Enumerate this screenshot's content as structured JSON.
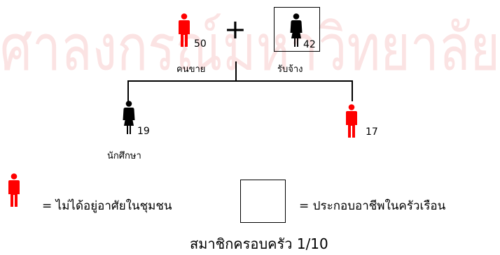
{
  "watermark": {
    "text": "ศาลงกรณ์มหาวิทยาลัย",
    "color": "#fbe3e3"
  },
  "colors": {
    "absent": "#ff0000",
    "present": "#000000"
  },
  "members": {
    "father": {
      "age": "50",
      "label": "คนขาย"
    },
    "mother": {
      "age": "42",
      "label": "รับจ้าง"
    },
    "child1": {
      "age": "19",
      "label": "นักศึกษา"
    },
    "child2": {
      "age": "17",
      "label": ""
    }
  },
  "plus": "+",
  "legend": {
    "absent_text": "= ไม่ได้อยู่อาศัยในชุมชน",
    "box_text": "= ประกอบอาชีพในครัวเรือน"
  },
  "caption": "สมาชิกครอบครัว 1/10"
}
